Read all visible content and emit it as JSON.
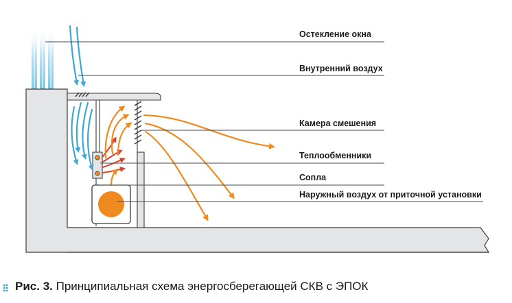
{
  "labels": {
    "glazing": "Остекление окна",
    "inner_air": "Внутренний воздух",
    "mixing_chamber": "Камера смешения",
    "heat_exchangers": "Теплообменники",
    "nozzles": "Сопла",
    "outdoor_air": "Наружный воздух от приточной установки"
  },
  "caption": {
    "figure_number": "Рис. 3.",
    "text": "Принципиальная схема энергосберегающей СКВ с ЭПОК"
  },
  "colors": {
    "blue_flow": "#3aa9d6",
    "orange_flow": "#ef8a1e",
    "red_flow": "#d9412b",
    "structure_fill": "#e3e5e6",
    "structure_stroke": "#3c3c3c",
    "caption_dots": "#2ba3d6"
  }
}
